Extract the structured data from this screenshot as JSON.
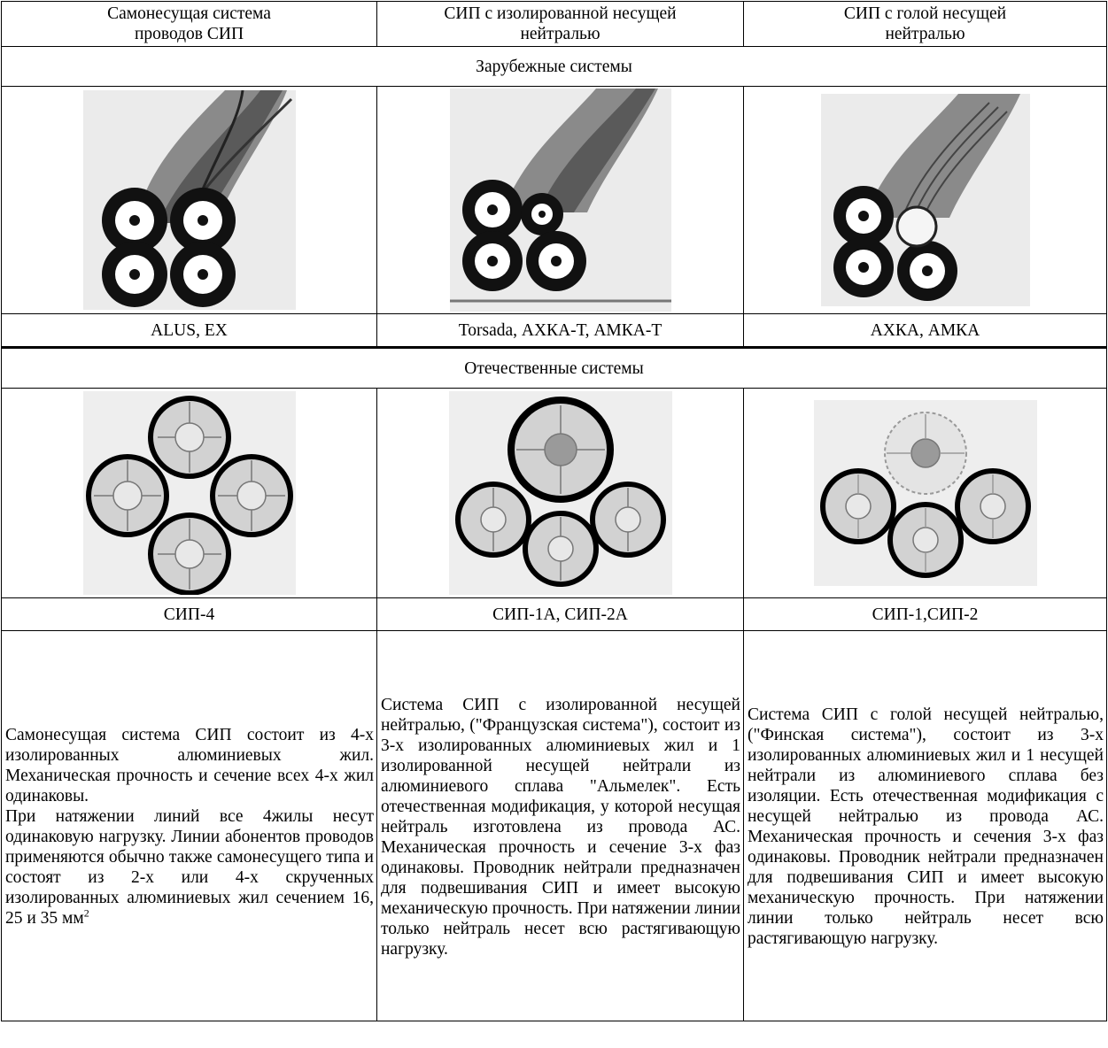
{
  "columns": [
    {
      "header": "Самонесущая система\nпроводов СИП",
      "foreign_label": "ALUS, EX",
      "domestic_label": "СИП-4",
      "description": "Самонесущая система СИП состоит из 4-х изолированных алюминиевых жил. Механическая прочность и сечение всех 4-х жил одинаковы.\nПри натяжении линий все 4жилы несут одинаковую нагрузку. Линии абонентов проводов применяются обычно также самонесущего типа и состоят из 2-х или 4-х скрученных изолированных алюминиевых жил сечением 16, 25 и 35 мм",
      "description_sup": "2"
    },
    {
      "header": "СИП с изолированной несущей\nнейтралью",
      "foreign_label": "Torsada, АХКА-Т, АМКА-Т",
      "domestic_label": "СИП-1А, СИП-2А",
      "description": "Система СИП с изолированной несущей нейтралью, (\"Французская система\"), состоит из 3-х изолированных алюминиевых жил и 1 изолированной несущей нейтрали из алюминиевого сплава \"Альмелек\". Есть отечественная модификация, у которой несущая нейтраль изготовлена из провода АС. Механическая прочность и сечение 3-х фаз одинаковы. Проводник нейтрали предназначен для подвешивания СИП и имеет высокую механическую прочность. При натяжении линии только нейтраль несет всю растягивающую нагрузку."
    },
    {
      "header": "СИП с голой несущей\nнейтралью",
      "foreign_label": "АХКА, АМКА",
      "domestic_label": "СИП-1,СИП-2",
      "description": "Система СИП с голой несущей нейтралью, (\"Финская система\"), состоит из 3-х изолированных алюминиевых жил и 1 несущей нейтрали из алюминиевого сплава без изоляции. Есть отечественная модификация с несущей нейтралью из провода АС. Механическая прочность и сечения 3-х фаз одинаковы. Проводник нейтрали предназначен для подвешивания СИП и имеет высокую механическую прочность. При натяжении линии только нейтраль несет всю растягивающую нагрузку."
    }
  ],
  "sections": {
    "foreign": "Зарубежные системы",
    "domestic": "Отечественные системы"
  },
  "colors": {
    "border": "#000000",
    "photo_bg": "#e9e9e9",
    "insulation_ring": "#cfcfcf",
    "neutral_core": "#9a9a9a"
  },
  "icons": {
    "foreign_images": [
      "twisted-4-core-cable-icon",
      "twisted-cable-insulated-neutral-icon",
      "twisted-cable-bare-neutral-icon"
    ],
    "domestic_images": [
      "cross-section-4-core-icon",
      "cross-section-insulated-neutral-icon",
      "cross-section-bare-neutral-icon"
    ]
  }
}
